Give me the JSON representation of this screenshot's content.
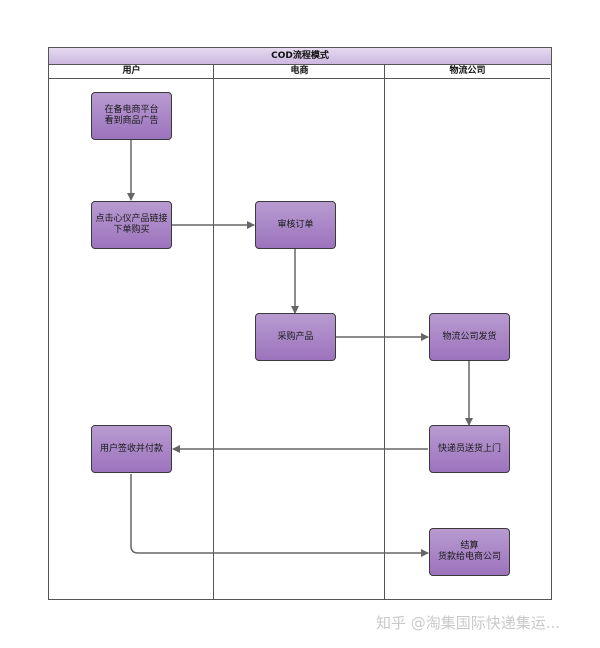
{
  "diagram": {
    "title": "COD流程模式",
    "lanes": [
      {
        "label": "用户"
      },
      {
        "label": "电商"
      },
      {
        "label": "物流公司"
      }
    ],
    "nodes": [
      {
        "id": "n1",
        "label": "在备电商平台\n看到商品广告"
      },
      {
        "id": "n2",
        "label": "点击心仪产品链接\n下单购买"
      },
      {
        "id": "n3",
        "label": "审核订单"
      },
      {
        "id": "n4",
        "label": "采购产品"
      },
      {
        "id": "n5",
        "label": "物流公司发货"
      },
      {
        "id": "n6",
        "label": "快递员送货上门"
      },
      {
        "id": "n7",
        "label": "用户签收并付款"
      },
      {
        "id": "n8",
        "label": "结算\n货款给电商公司"
      }
    ]
  },
  "colors": {
    "node_fill_top": "#b89bd0",
    "node_fill_bottom": "#9c73bd",
    "title_bar": "#cdb7df",
    "border": "#555555",
    "arrow": "#666666"
  },
  "watermark": "知乎 @淘集国际快递集运..."
}
